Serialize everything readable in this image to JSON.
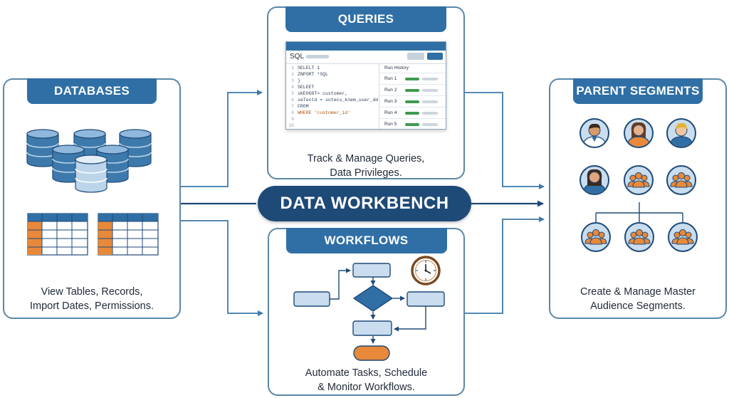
{
  "center": {
    "title": "DATA WORKBENCH"
  },
  "databases": {
    "title": "DATABASES",
    "caption": [
      "View Tables, Records,",
      "Import Dates, Permissions."
    ]
  },
  "queries": {
    "title": "QUERIES",
    "caption": [
      "Track & Manage Queries,",
      "Data Privileges."
    ],
    "sql_window": {
      "label": "SQL",
      "code": [
        {
          "n": "1",
          "t": "SELELT 1"
        },
        {
          "n": "2",
          "t": "  ZNPORT *SQL"
        },
        {
          "n": "3",
          "t": "}"
        },
        {
          "n": "4",
          "t": "SELEET"
        },
        {
          "n": "5",
          "t": "  sKE0GGT= customer,"
        },
        {
          "n": "6",
          "t": "  seTectd = sotecs_knem_user_dd"
        },
        {
          "n": "7",
          "t": "FROM"
        },
        {
          "n": "8",
          "t": "  WHERE 'customer_id'"
        },
        {
          "n": "9",
          "t": ""
        },
        {
          "n": "10",
          "t": ""
        }
      ],
      "run_history_title": "Run History",
      "runs": [
        "Run 1",
        "Run 2",
        "Run 3",
        "Run 4",
        "Run 5"
      ]
    }
  },
  "workflows": {
    "title": "WORKFLOWS",
    "caption": [
      "Automate Tasks, Schedule",
      "& Monitor Workflows."
    ]
  },
  "parent_segments": {
    "title": "PARENT SEGMENTS",
    "caption": [
      "Create & Manage Master",
      "Audience Segments."
    ]
  },
  "icons": {
    "database": "database-stack-icon",
    "table": "data-table-icon",
    "clock": "clock-icon",
    "person": "person-avatar-icon",
    "group": "group-avatar-icon"
  },
  "colors": {
    "primary": "#2f6fa5",
    "dark": "#1e4a78",
    "accent": "#e8893a",
    "border": "#5b87a8",
    "success": "#3e9a4d"
  }
}
